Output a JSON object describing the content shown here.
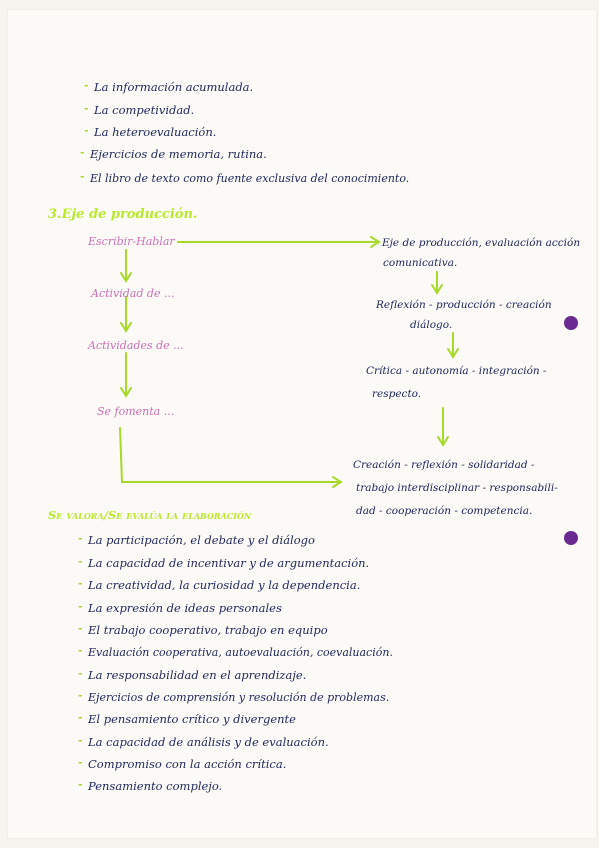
{
  "top_list": [
    "La información acumulada.",
    "La competividad.",
    "La heteroevaluación.",
    "Ejercicios de memoria, rutina.",
    "El libro de texto como fuente exclusiva del conocimiento."
  ],
  "section3": {
    "title": "3.Eje de producción.",
    "left_flow": [
      "Escribir-Hablar",
      "Actividad de ...",
      "Actividades de ...",
      "Se fomenta ..."
    ],
    "right_flow": [
      "Eje de producción, evaluación acción",
      "comunicativa.",
      "Reflexión - producción - creación",
      "diálogo.",
      "Crítica - autonomía - integración -",
      "respecto.",
      "Creación - reflexión - solidaridad -",
      "trabajo interdisciplinar - responsabili-",
      "dad - cooperación - competencia."
    ]
  },
  "section_eval": {
    "title": "Se valora/Se evalúa la elaboración",
    "items": [
      "La participación, el debate y el diálogo",
      "La capacidad de incentivar y de argumentación.",
      "La creatividad, la curiosidad y la dependencia.",
      "La expresión de ideas personales",
      "El trabajo cooperativo, trabajo en equipo",
      "Evaluación cooperativa, autoevaluación, coevaluación.",
      "La responsabilidad en el aprendizaje.",
      "Ejercicios de comprensión y resolución de problemas.",
      "El pensamiento crítico y divergente",
      "La capacidad de análisis y de evaluación.",
      "Compromiso con la acción crítica.",
      "Pensamiento complejo."
    ]
  },
  "colors": {
    "ink": "#20285e",
    "pink": "#cf6fb8",
    "green": "#b9ea2a",
    "hole": "#6b2a8f"
  }
}
